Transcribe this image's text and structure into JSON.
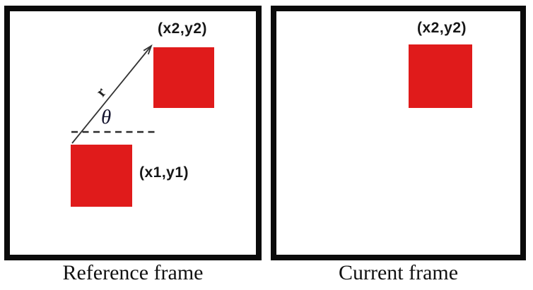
{
  "colors": {
    "red": "#e01b1b",
    "border": "#0b0b0b",
    "dash": "#2b2b2b",
    "text": "#1a1a1a"
  },
  "reference_frame": {
    "caption": "Reference frame",
    "label_p2": "(x2,y2)",
    "label_p1": "(x1,y1)",
    "radius_label": "r",
    "angle_label": "θ"
  },
  "current_frame": {
    "caption": "Current frame",
    "label_p2": "(x2,y2)"
  }
}
